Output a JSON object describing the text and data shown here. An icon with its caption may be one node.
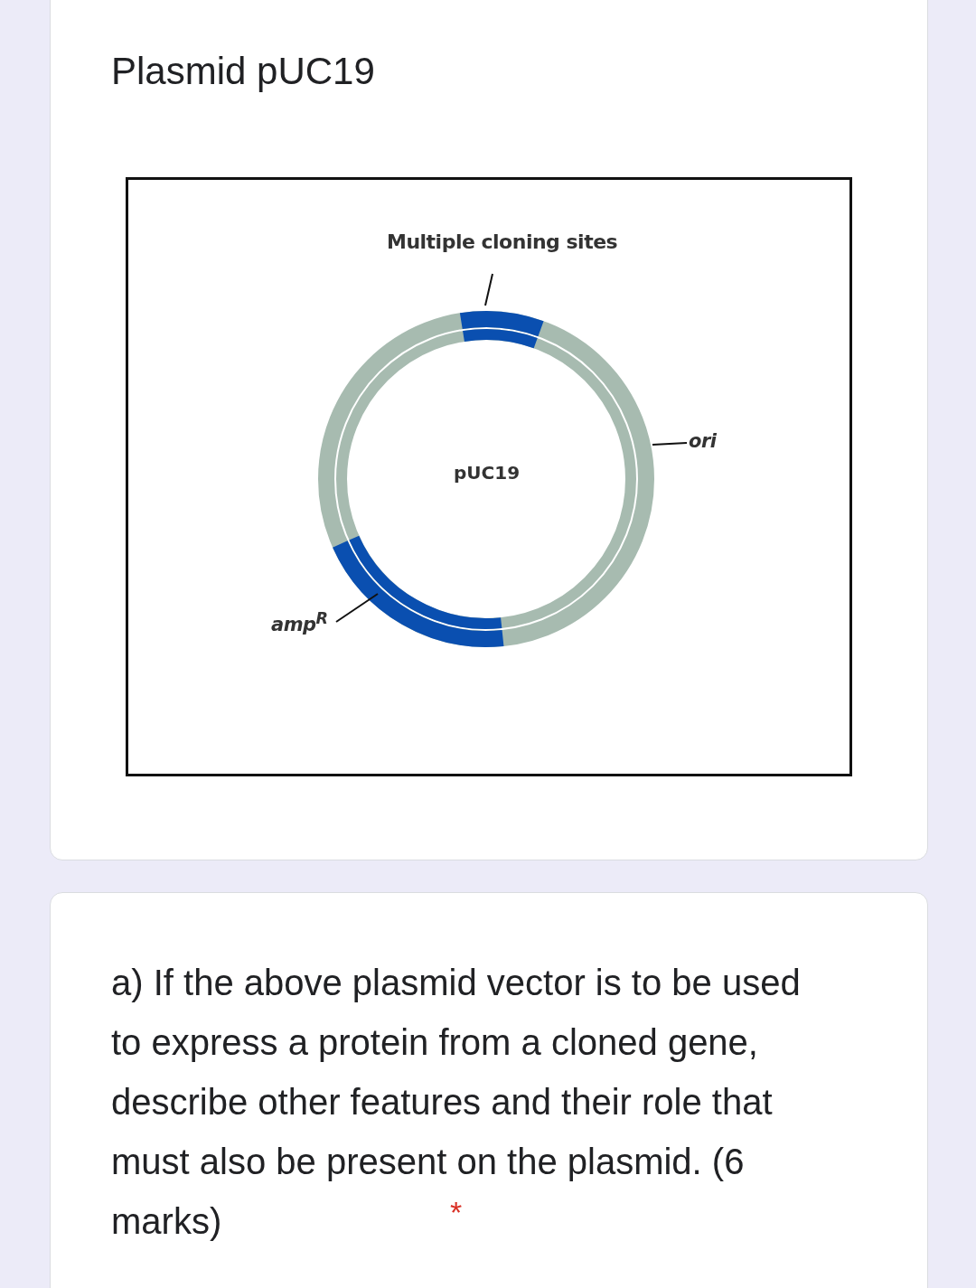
{
  "diagram": {
    "title": "Plasmid pUC19",
    "nodes": [
      {
        "text": [
          "Multiple cloning sites"
        ]
      },
      {
        "text": [],
        "shape": "bar"
      },
      {
        "text": [
          "ori"
        ]
      },
      {
        "text": [
          "amp$^{R}$"
        ]
      },
      {
        "text": [],
        "shape": "bar"
      },
      {
        "text": [],
        "shape": "circle"
      }
    ],
    "edges": [
      {
        "from": 0,
        "to": 1,
        "arrow": "none"
      },
      {
        "from": 2,
        "to": 5,
        "arrow": "none"
      },
      {
        "from": 3,
        "to": 4,
        "arrow": "none"
      }
    ],
    "labels": [
      "pUC19",
      "a) If the above plasmid vector is to be used to express a protein from a cloned gene, describe other features and their role that must also be present on the plasmid. (6 marks)",
      "*"
    ]
  }
}
